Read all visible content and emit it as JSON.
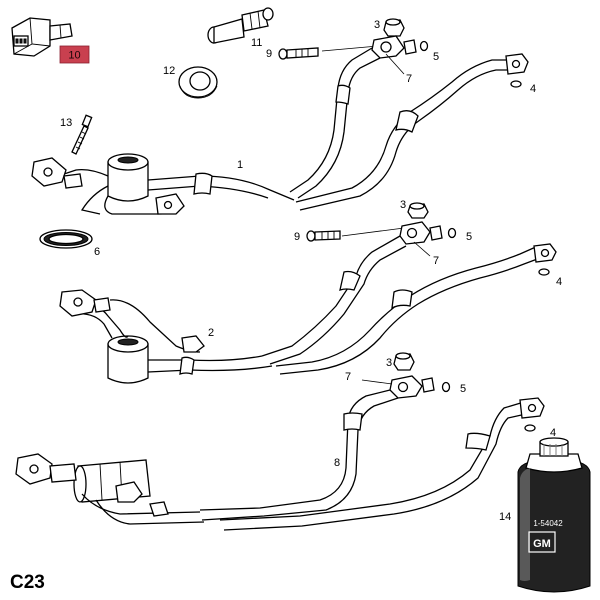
{
  "sheet_label": "C23",
  "callouts": {
    "c1": "1",
    "c2": "2",
    "c3a": "3",
    "c3b": "3",
    "c3c": "3",
    "c4a": "4",
    "c4b": "4",
    "c4c": "4",
    "c5a": "5",
    "c5b": "5",
    "c5c": "5",
    "c6": "6",
    "c7a": "7",
    "c7b": "7",
    "c7c": "7",
    "c8": "8",
    "c9a": "9",
    "c9b": "9",
    "c10": "10",
    "c11": "11",
    "c12": "12",
    "c13": "13",
    "c14": "14"
  },
  "bottle": {
    "part_no": "1-54042",
    "brand": "GM"
  },
  "highlight_color": "#c9404f"
}
